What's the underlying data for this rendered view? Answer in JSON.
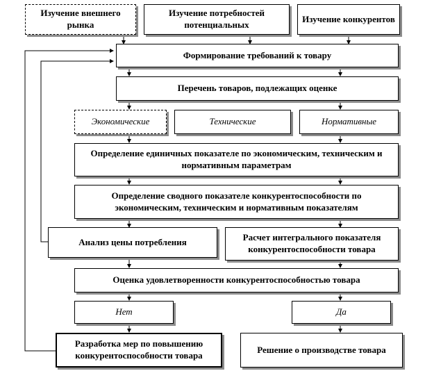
{
  "nodes": {
    "ext_market": "Изучение внешнего рынка",
    "consumer_needs": "Изучение потребностей потенциальных",
    "competitors": "Изучение конкурентов",
    "requirements": "Формирование требований к товару",
    "product_list": "Перечень товаров, подлежащих оценке",
    "economic": "Экономические",
    "technical": "Технические",
    "normative": "Нормативные",
    "unit_indicators": "Определение единичных показателе по экономическим, техническим  и нормативным параметрам",
    "summary_indicator": "Определение сводного показателе конкурентоспособности по экономическим, техническим  и нормативным показателям",
    "price_analysis": "Анализ цены потребления",
    "integral_indicator": "Расчет интегрального показателя конкурентоспособности  товара",
    "satisfaction": "Оценка удовлетворенности конкурентоспособностью товара",
    "no": "Нет",
    "yes": "Да",
    "improvement": "Разработка  мер по повышению конкурентоспособности  товара",
    "production": "Решение о производстве товара"
  }
}
